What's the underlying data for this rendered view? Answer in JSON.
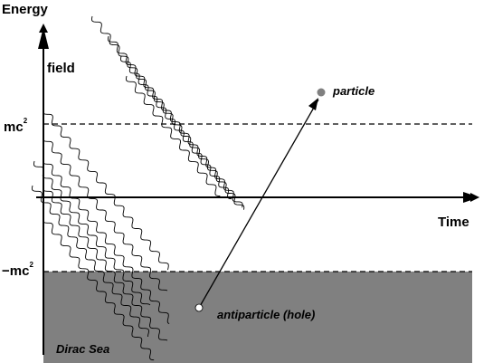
{
  "labels": {
    "energy": "Energy",
    "time": "Time",
    "field": "field",
    "mc2_base": "mc",
    "mc2_neg_base": "−mc",
    "superscript": "2",
    "particle": "particle",
    "antiparticle": "antiparticle (hole)",
    "dirac_sea": "Dirac Sea"
  },
  "colors": {
    "ink": "#000000",
    "sea": "#808080",
    "particle_dot": "#808080",
    "hole_dot": "#ffffff"
  }
}
